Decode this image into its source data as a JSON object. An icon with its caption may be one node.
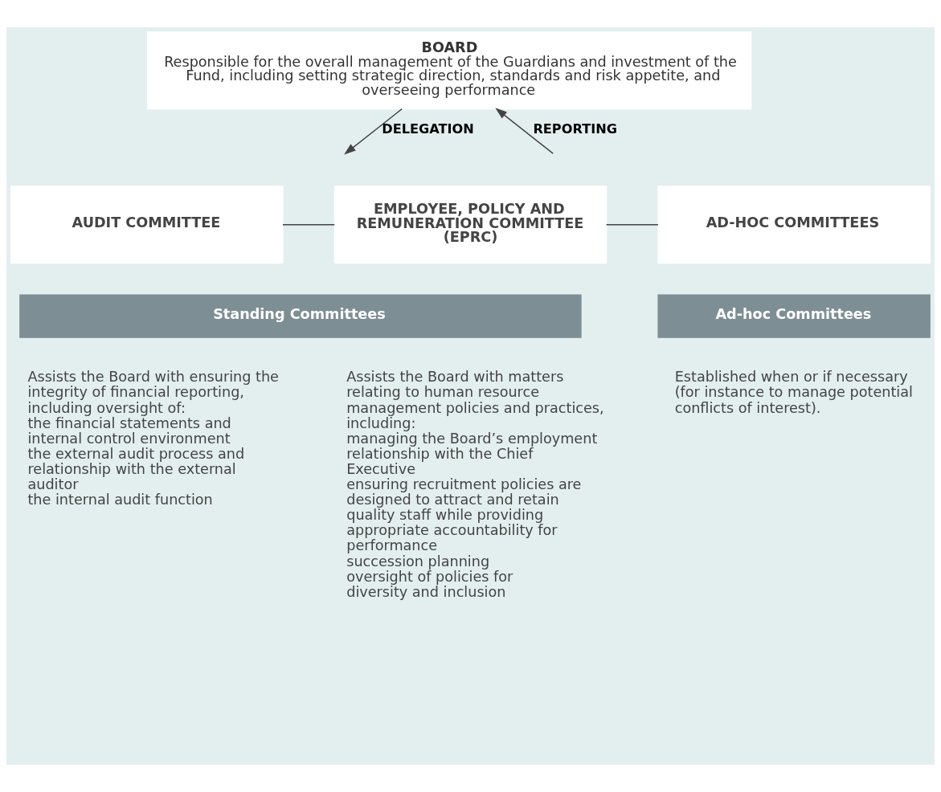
{
  "diagram": {
    "nodes": [
      {
        "text": [
          "BOARD",
          "Responsible for the overall management of the Guardians and investment of the Fund, including setting strategic direction, standards and risk appetite, and overseeing performance"
        ]
      },
      {
        "text": [
          "AUDIT COMMITTEE"
        ]
      },
      {
        "text": [
          "EMPLOYEE, POLICY AND REMUNERATION COMMITTEE (EPRC)"
        ]
      },
      {
        "text": [
          "AD-HOC COMMITTEES"
        ]
      },
      {
        "text": [
          "Standing Committees"
        ]
      },
      {
        "text": [
          "Ad-hoc Committees"
        ]
      }
    ],
    "edges": [
      {
        "from": 0,
        "to": null,
        "arrow": "to",
        "label": "DELEGATION"
      },
      {
        "from": null,
        "to": 0,
        "arrow": "to",
        "label": "REPORTING"
      },
      {
        "from": 1,
        "to": 2,
        "arrow": "none"
      },
      {
        "from": 2,
        "to": 3,
        "arrow": "none"
      }
    ],
    "labels": [
      "Assists the Board with ensuring the integrity of financial reporting, including oversight of:",
      "the financial statements and internal control environment",
      "the external audit process and relationship with the external auditor",
      "the internal audit function",
      "Assists the Board with matters relating to human resource management policies and practices, including:",
      "managing the Board’s employment relationship with the Chief Executive",
      "ensuring recruitment policies are designed to attract and retain quality staff while providing appropriate accountability for performance",
      "succession planning",
      "oversight of policies for diversity and inclusion",
      "Established when or if necessary (for instance to manage potential conflicts of interest)."
    ]
  }
}
